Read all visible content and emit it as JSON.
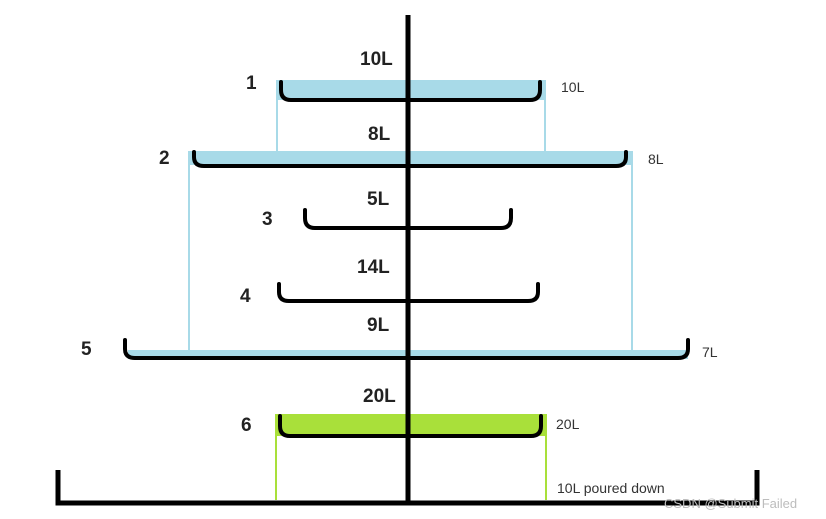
{
  "diagram": {
    "colors": {
      "water_blue": "#a8dae8",
      "water_green": "#a9e03a",
      "line": "#000000"
    },
    "bowls": [
      {
        "id": "1",
        "capacity": "10L",
        "fill_label": "10L"
      },
      {
        "id": "2",
        "capacity": "8L",
        "fill_label": "8L"
      },
      {
        "id": "3",
        "capacity": "5L"
      },
      {
        "id": "4",
        "capacity": "14L"
      },
      {
        "id": "5",
        "capacity": "9L",
        "fill_label": "7L"
      },
      {
        "id": "6",
        "capacity": "20L",
        "fill_label": "20L"
      }
    ],
    "bottom_note": "10L poured down",
    "watermark": "CSDN @Submit Failed"
  }
}
